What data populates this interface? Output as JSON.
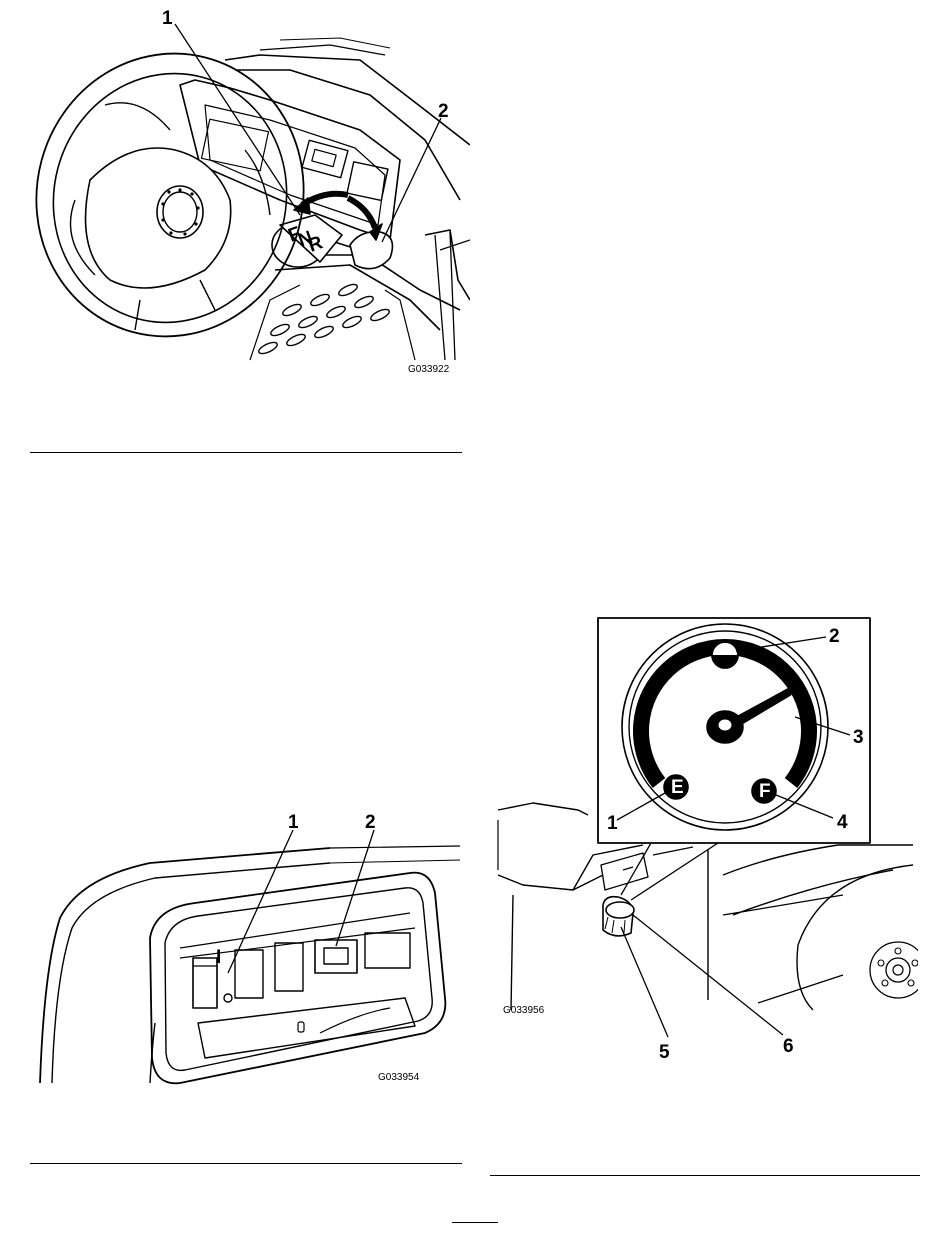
{
  "figure_steering": {
    "callouts": [
      "1",
      "2"
    ],
    "shifter_letters": [
      "F",
      "N",
      "R"
    ],
    "code": "G033922"
  },
  "figure_dash": {
    "callouts": [
      "1",
      "2"
    ],
    "switch_mark": "I",
    "code": "G033954"
  },
  "figure_fuel": {
    "callouts": [
      "1",
      "2",
      "3",
      "4",
      "5",
      "6"
    ],
    "gauge_empty": "E",
    "gauge_full": "F",
    "code": "G033956"
  }
}
